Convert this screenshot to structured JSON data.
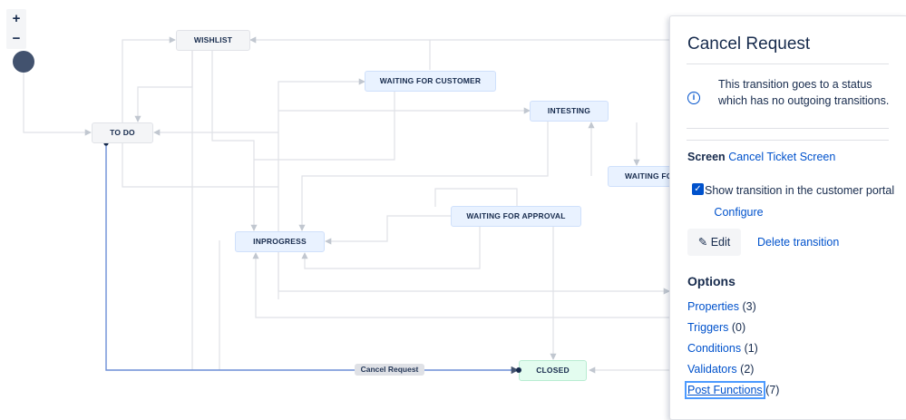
{
  "zoom": {
    "in_label": "+",
    "out_label": "−"
  },
  "workflow": {
    "statuses": {
      "wishlist": "WISHLIST",
      "todo": "TO DO",
      "waiting_customer": "WAITING FOR CUSTOMER",
      "intesting": "INTESTING",
      "waiting_for": "WAITING FOR",
      "waiting_approval": "WAITING FOR APPROVAL",
      "inprogress": "INPROGRESS",
      "closed": "CLOSED"
    },
    "selected_transition_label": "Cancel Request",
    "colors": {
      "line": "#dfe1e6",
      "selected_line": "#6b8ed6",
      "todo": "#f4f5f7",
      "in_progress": "#e9f2ff",
      "done": "#e3fcef"
    }
  },
  "panel": {
    "title": "Cancel Request",
    "info_icon": "info-icon",
    "info_text": "This transition goes to a status which has no outgoing transitions.",
    "screen_label": "Screen",
    "screen_value": "Cancel Ticket Screen",
    "show_transition_label": "Show transition in the customer portal",
    "show_transition_checked": true,
    "configure_label": "Configure",
    "edit_label": "Edit",
    "edit_icon": "pencil-icon",
    "delete_label": "Delete transition",
    "options_title": "Options",
    "options": [
      {
        "label": "Properties",
        "count": "(3)"
      },
      {
        "label": "Triggers",
        "count": "(0)"
      },
      {
        "label": "Conditions",
        "count": "(1)"
      },
      {
        "label": "Validators",
        "count": "(2)"
      },
      {
        "label": "Post Functions",
        "count": "(7)"
      }
    ]
  }
}
